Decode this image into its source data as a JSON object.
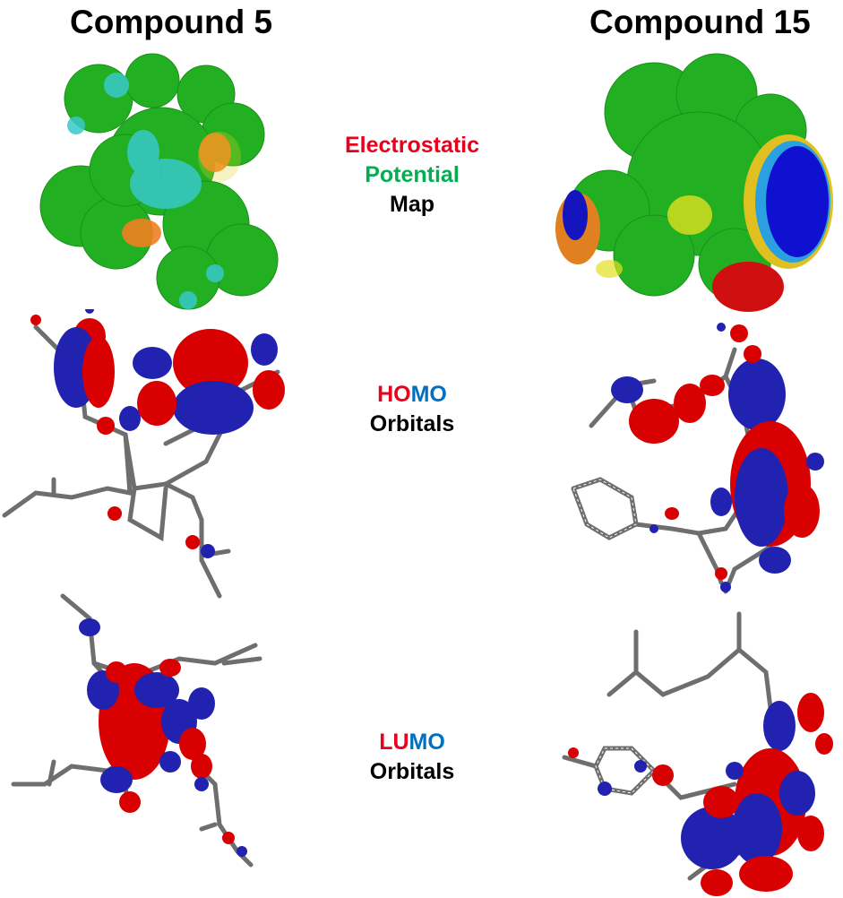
{
  "columns": {
    "left_title": "Compound 5",
    "right_title": "Compound 15"
  },
  "rows": {
    "esp": {
      "line1": "Electrostatic",
      "line2": "Potential",
      "line3": "Map"
    },
    "homo": {
      "part1": "HO",
      "part2": "MO",
      "line2": "Orbitals"
    },
    "lumo": {
      "part1": "LU",
      "part2": "MO",
      "line2": "Orbitals"
    }
  },
  "colors": {
    "positive_lobe": "#e00000",
    "negative_lobe": "#2020b0",
    "bond": "#6e6e6e",
    "esp_neutral": "#1fb81f",
    "esp_negative": "#e02020",
    "esp_positive": "#1010d0"
  }
}
